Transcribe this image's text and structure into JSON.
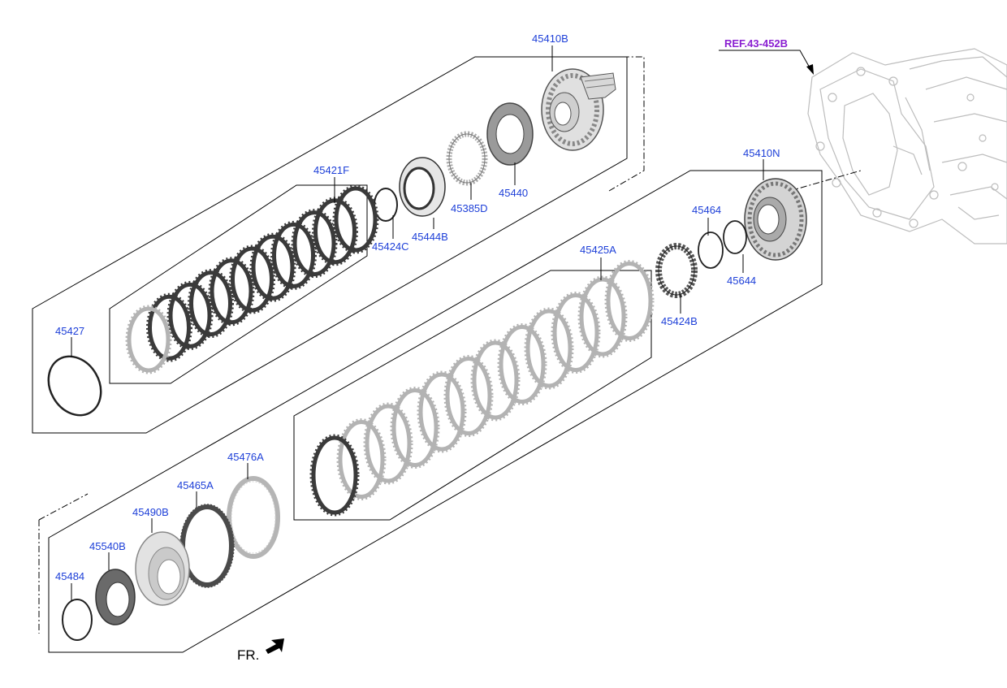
{
  "labels": {
    "l45410B": "45410B",
    "l45421F": "45421F",
    "l45444B": "45444B",
    "l45385D": "45385D",
    "l45440": "45440",
    "l45424C": "45424C",
    "l45427": "45427",
    "l45410N": "45410N",
    "l45464": "45464",
    "l45644": "45644",
    "l45424B": "45424B",
    "l45425A": "45425A",
    "l45476A": "45476A",
    "l45465A": "45465A",
    "l45490B": "45490B",
    "l45540B": "45540B",
    "l45484": "45484"
  },
  "ref_label": "REF.43-452B",
  "front_label": "FR.",
  "colors": {
    "part_label": "#1d3fd8",
    "ref_label": "#8a1fd1",
    "line": "#000000",
    "friction_plate": "#3a3a3a",
    "steel_plate": "#b3b3b3",
    "hub": "#8f8f8f",
    "housing": "#c8c8c8"
  }
}
